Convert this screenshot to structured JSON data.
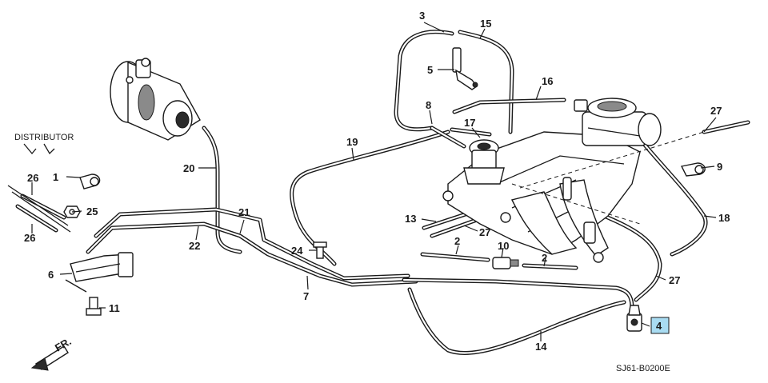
{
  "labels": {
    "distributor": "DISTRIBUTOR",
    "code": "SJ61-B0200E",
    "front": "FR."
  },
  "callouts": {
    "c1": "1",
    "c2a": "2",
    "c2b": "2",
    "c3": "3",
    "c4": "4",
    "c5": "5",
    "c6": "6",
    "c7": "7",
    "c8": "8",
    "c9": "9",
    "c10": "10",
    "c11": "11",
    "c13": "13",
    "c14": "14",
    "c15": "15",
    "c16": "16",
    "c17": "17",
    "c18": "18",
    "c19": "19",
    "c20": "20",
    "c21": "21",
    "c22": "22",
    "c24": "24",
    "c25": "25",
    "c26a": "26",
    "c26b": "26",
    "c27a": "27",
    "c27b": "27",
    "c27c": "27"
  },
  "colors": {
    "highlight": "#a9dcf2",
    "ink": "#1a1a1a"
  }
}
